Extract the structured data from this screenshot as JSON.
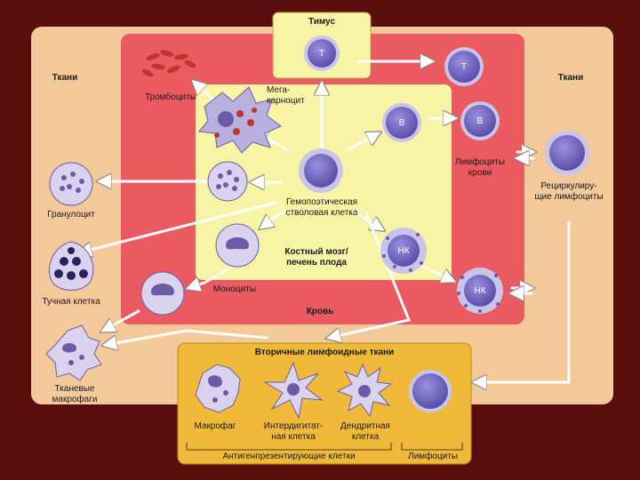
{
  "labels": {
    "thymus": "Тимус",
    "tissues_left": "Ткани",
    "tissues_right": "Ткани",
    "thrombocytes": "Тромбоциты",
    "megakaryocyte_line1": "Мега-",
    "megakaryocyte_line2": "карноцит",
    "cell_t_thymus": "Т",
    "cell_t_blood": "Т",
    "cell_b_marrow": "В",
    "cell_b_blood": "В",
    "cell_nk_marrow": "НК",
    "cell_nk_blood": "НК",
    "blood_lymphocytes_line1": "Лимфоциты",
    "blood_lymphocytes_line2": "крови",
    "recirc_line1": "Рециркулиру-",
    "recirc_line2": "щие лимфоциты",
    "stem_line1": "Гемопоэтическая",
    "stem_line2": "стволовая клетка",
    "granulocyte": "Гранулоцит",
    "mast_cell": "Тучная клетка",
    "marrow_line1": "Костный мозг/",
    "marrow_line2": "печень плода",
    "monocytes": "Моноциты",
    "blood": "Кровь",
    "tissue_macro_line1": "Тканевые",
    "tissue_macro_line2": "макрофаги",
    "secondary": "Вторичные лимфоидные ткани",
    "macrophage": "Макрофаг",
    "interdig_line1": "Интердигитат-",
    "interdig_line2": "ная клетка",
    "dendritic_line1": "Дендритная",
    "dendritic_line2": "клетка",
    "apc": "Антигенпрезентирующие клетки",
    "lymphocytes": "Лимфоциты"
  },
  "colors": {
    "background": "#5a0d0d",
    "tissue": "#f4c99a",
    "blood": "#ea5a60",
    "marrow": "#f8f4a6",
    "secondary": "#f0b93a",
    "lymphocyte": "#7a6fc8",
    "lymphocyte_ring": "#c9c4ea",
    "myeloid_cell": "#d9d3ee",
    "myeloid_nucleus": "#6c5aa8",
    "platelet": "#c0342f",
    "arrow": "#ffffff"
  }
}
